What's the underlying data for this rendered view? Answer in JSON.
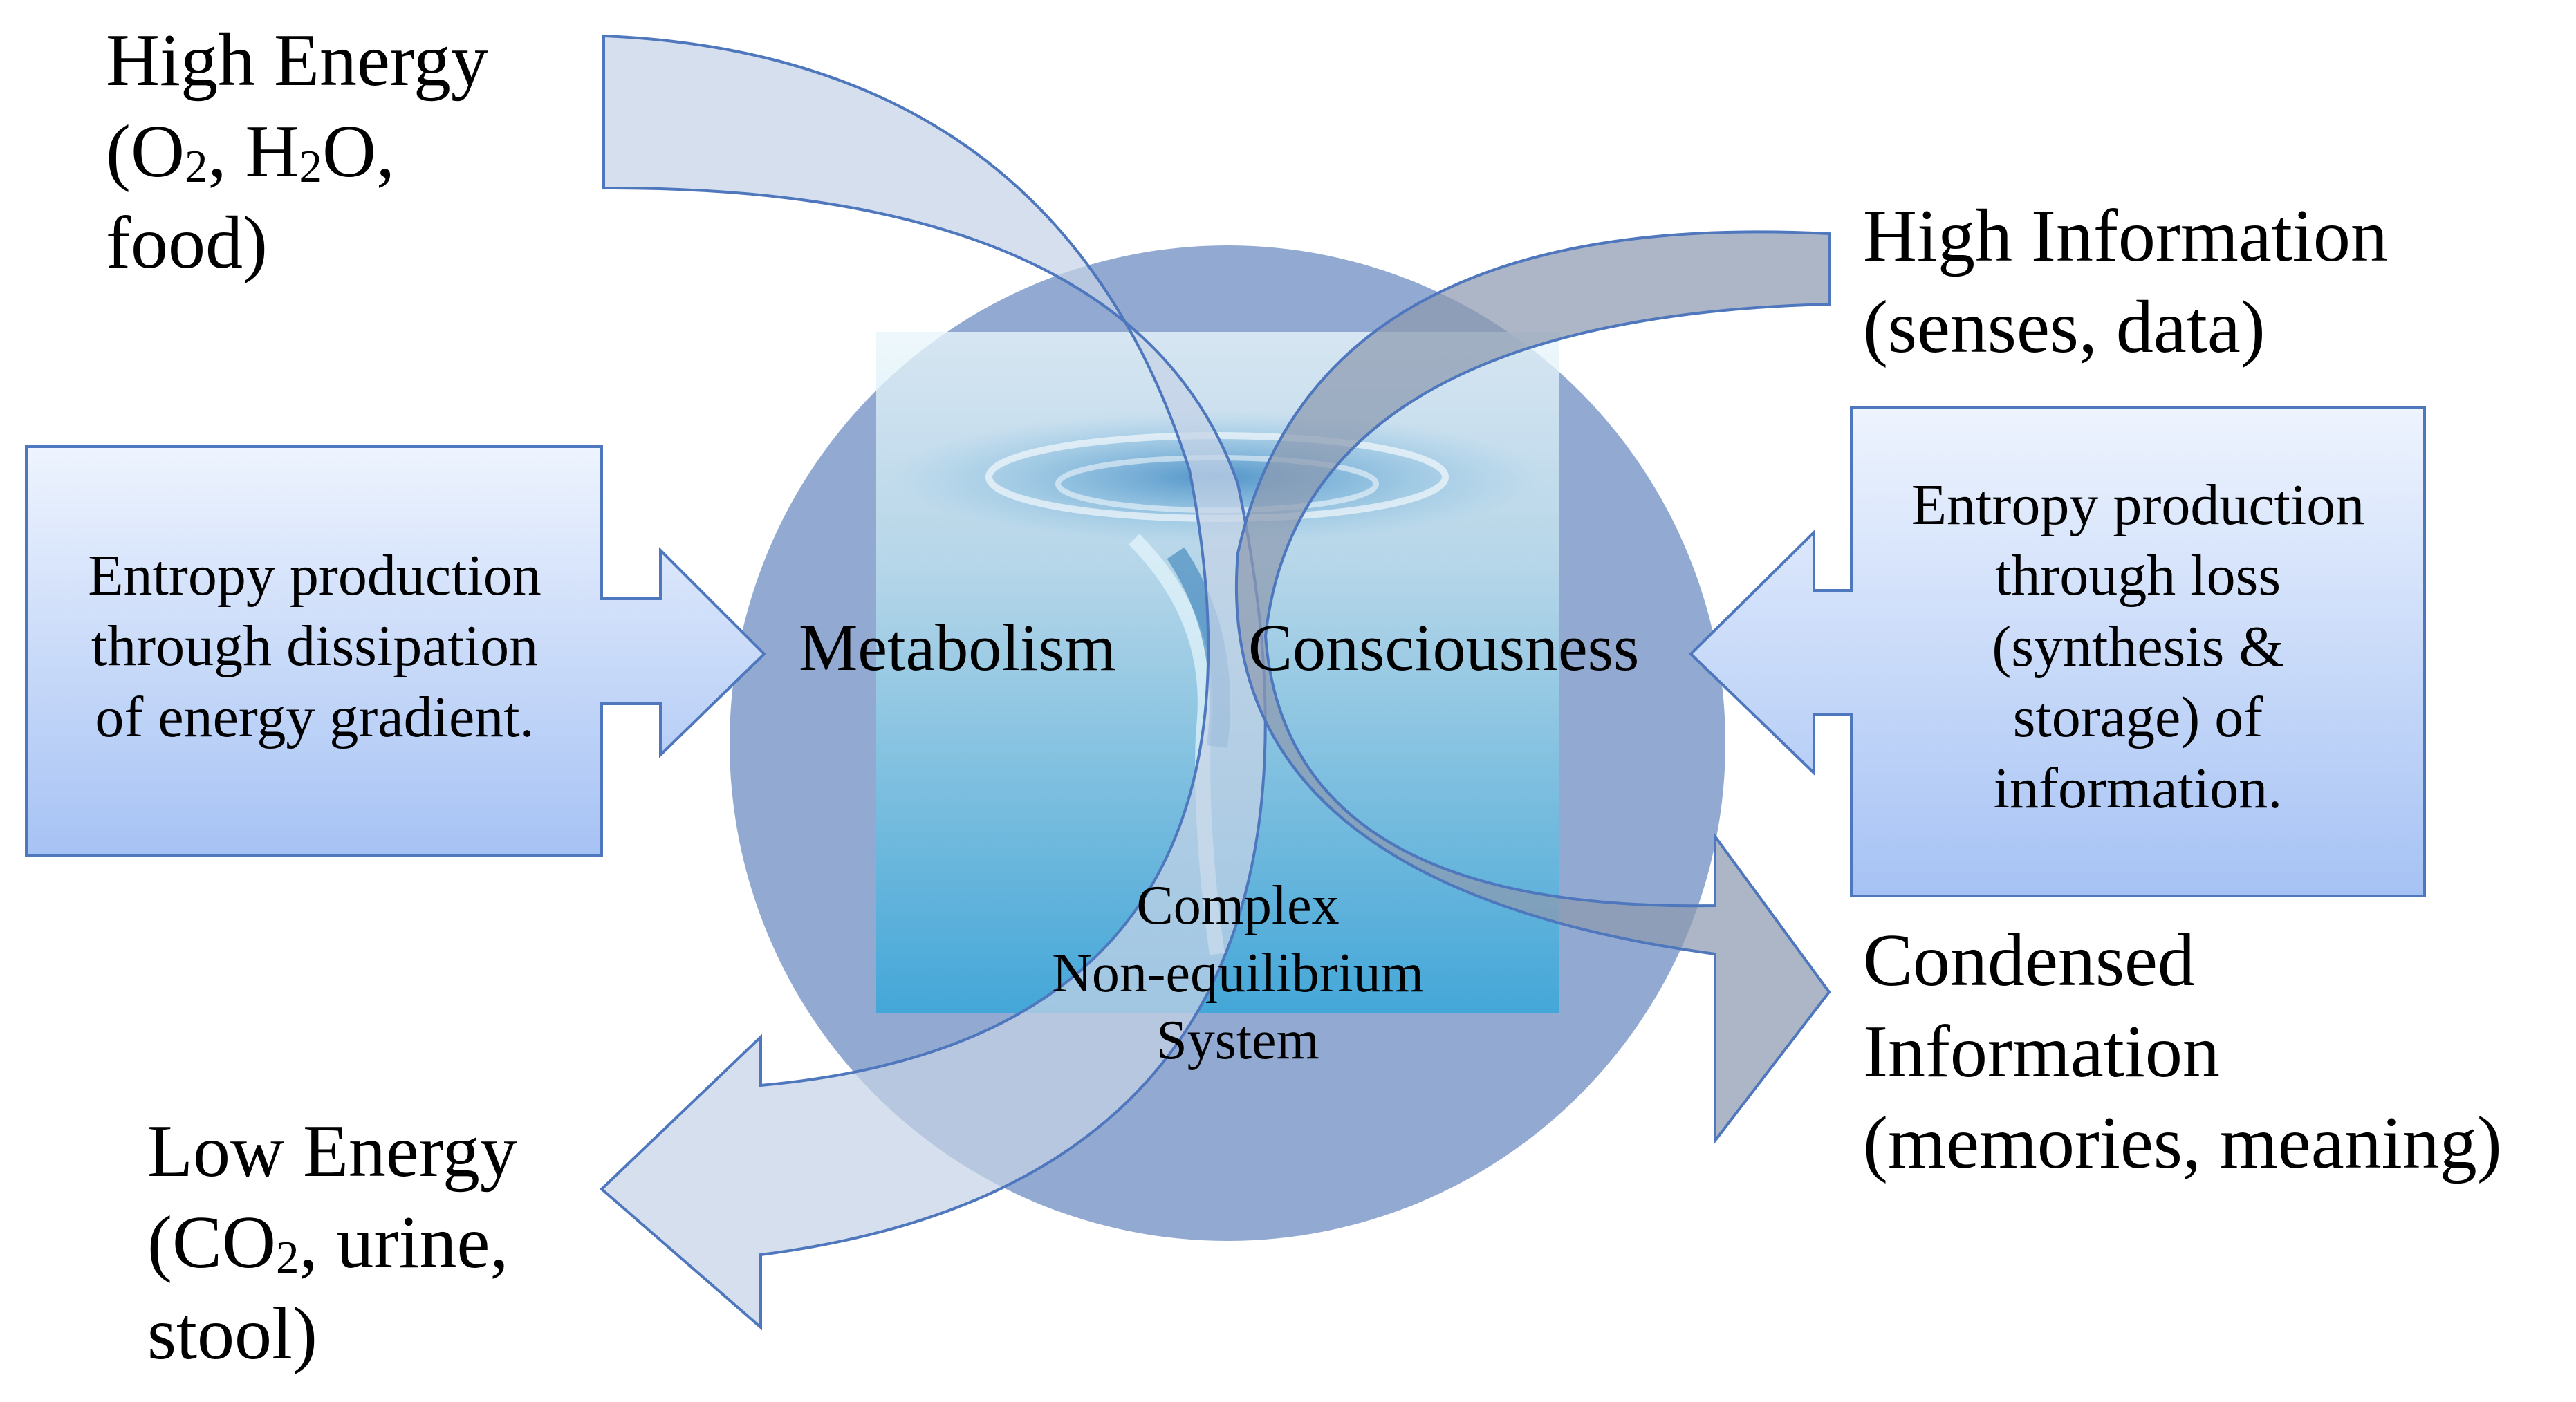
{
  "high_energy": {
    "line1": "High Energy",
    "o2_pre": "(O",
    "o2_sub": "2",
    "h2o_pre": ", H",
    "h2o_sub": "2",
    "h2o_post": "O,",
    "line3": "food)"
  },
  "low_energy": {
    "co2_pre": "(CO",
    "co2_sub": "2",
    "co2_post": ", urine,",
    "line1": "Low Energy",
    "line3": "stool)"
  },
  "high_information": {
    "line1": "High Information",
    "line2": "(senses, data)"
  },
  "condensed_information": {
    "line1": "Condensed",
    "line2": "Information",
    "line3": "(memories, meaning)"
  },
  "left_box": {
    "lines": [
      "Entropy production",
      "through dissipation",
      "of energy gradient."
    ]
  },
  "right_box": {
    "lines": [
      "Entropy production",
      "through loss",
      "(synthesis &",
      "storage) of",
      "information."
    ]
  },
  "center": {
    "metabolism": "Metabolism",
    "consciousness": "Consciousness",
    "system_lines": [
      "Complex",
      "Non-equilibrium",
      "System"
    ]
  },
  "colors": {
    "circle": "#7f9bc9",
    "energy_arrow": "#c5d2e6",
    "info_arrow": "#8c9ab0",
    "outline": "#4f77bd",
    "box_top": "#eef4fe",
    "box_bottom": "#a6c2f4"
  }
}
